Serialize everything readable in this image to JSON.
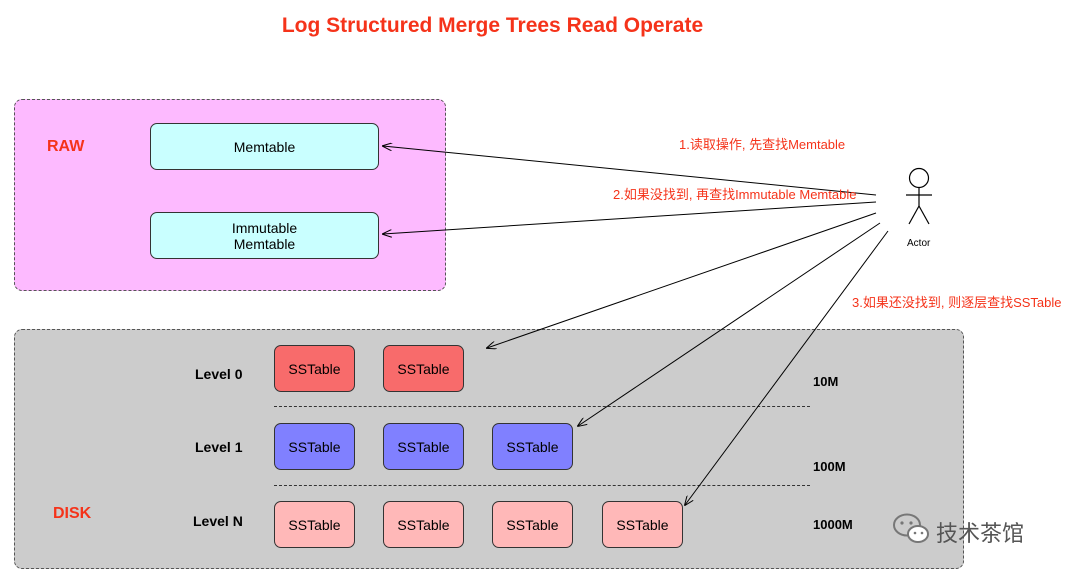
{
  "title": "Log Structured Merge Trees Read Operate",
  "raw": {
    "label": "RAW",
    "memtable": "Memtable",
    "immutable": "Immutable\nMemtable"
  },
  "disk": {
    "label": "DISK",
    "levels": [
      {
        "label": "Level 0",
        "size": "10M",
        "tables": [
          "SSTable",
          "SSTable"
        ]
      },
      {
        "label": "Level 1",
        "size": "100M",
        "tables": [
          "SSTable",
          "SSTable",
          "SSTable"
        ]
      },
      {
        "label": "Level N",
        "size": "1000M",
        "tables": [
          "SSTable",
          "SSTable",
          "SSTable",
          "SSTable"
        ]
      }
    ]
  },
  "actor": {
    "label": "Actor"
  },
  "annotations": {
    "step1": "1.读取操作, 先查找Memtable",
    "step2": "2.如果没找到, 再查找Immutable Memtable",
    "step3": "3.如果还没找到, 则逐层查找SSTable"
  },
  "watermark": "技术茶馆",
  "colors": {
    "accent": "#f5331a",
    "raw_bg": "#fdbaff",
    "disk_bg": "#cccccc",
    "memtable": "#c9ffff",
    "level0": "#f86b6b",
    "level1": "#8080ff",
    "levelN": "#ffb8b8"
  }
}
